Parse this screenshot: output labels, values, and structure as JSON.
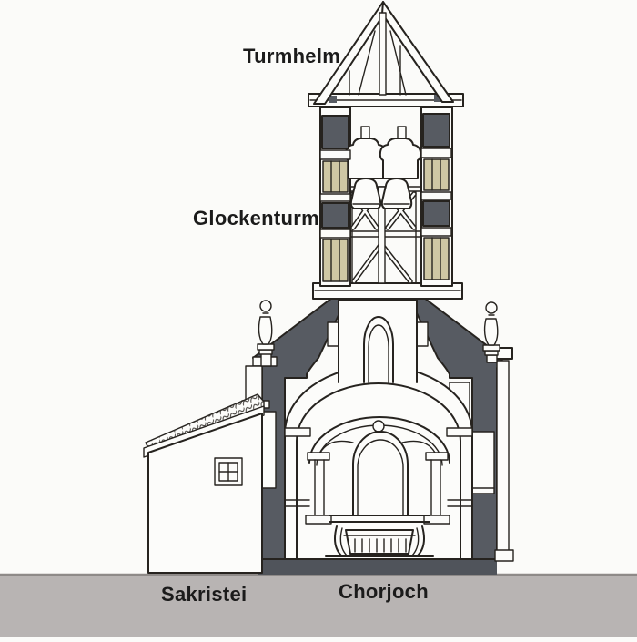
{
  "diagram": {
    "subject": "Hand-drawn cross-section of a church tower and choir",
    "labels": {
      "turmhelm": "Turmhelm",
      "glockenturm": "Glockenturm",
      "sakristei": "Sakristei",
      "chorjoch": "Chorjoch"
    },
    "colors": {
      "background": "#fbfbf9",
      "paper": "#fcfcfa",
      "ink": "#26231f",
      "cut_masonry": "#575b62",
      "floor_slab": "#50545b",
      "ground_band": "#b8b4b3",
      "ground_edge": "#8e8a88",
      "timber_louvre": "#cfc7a4",
      "label_text": "#1b1b1b"
    }
  }
}
